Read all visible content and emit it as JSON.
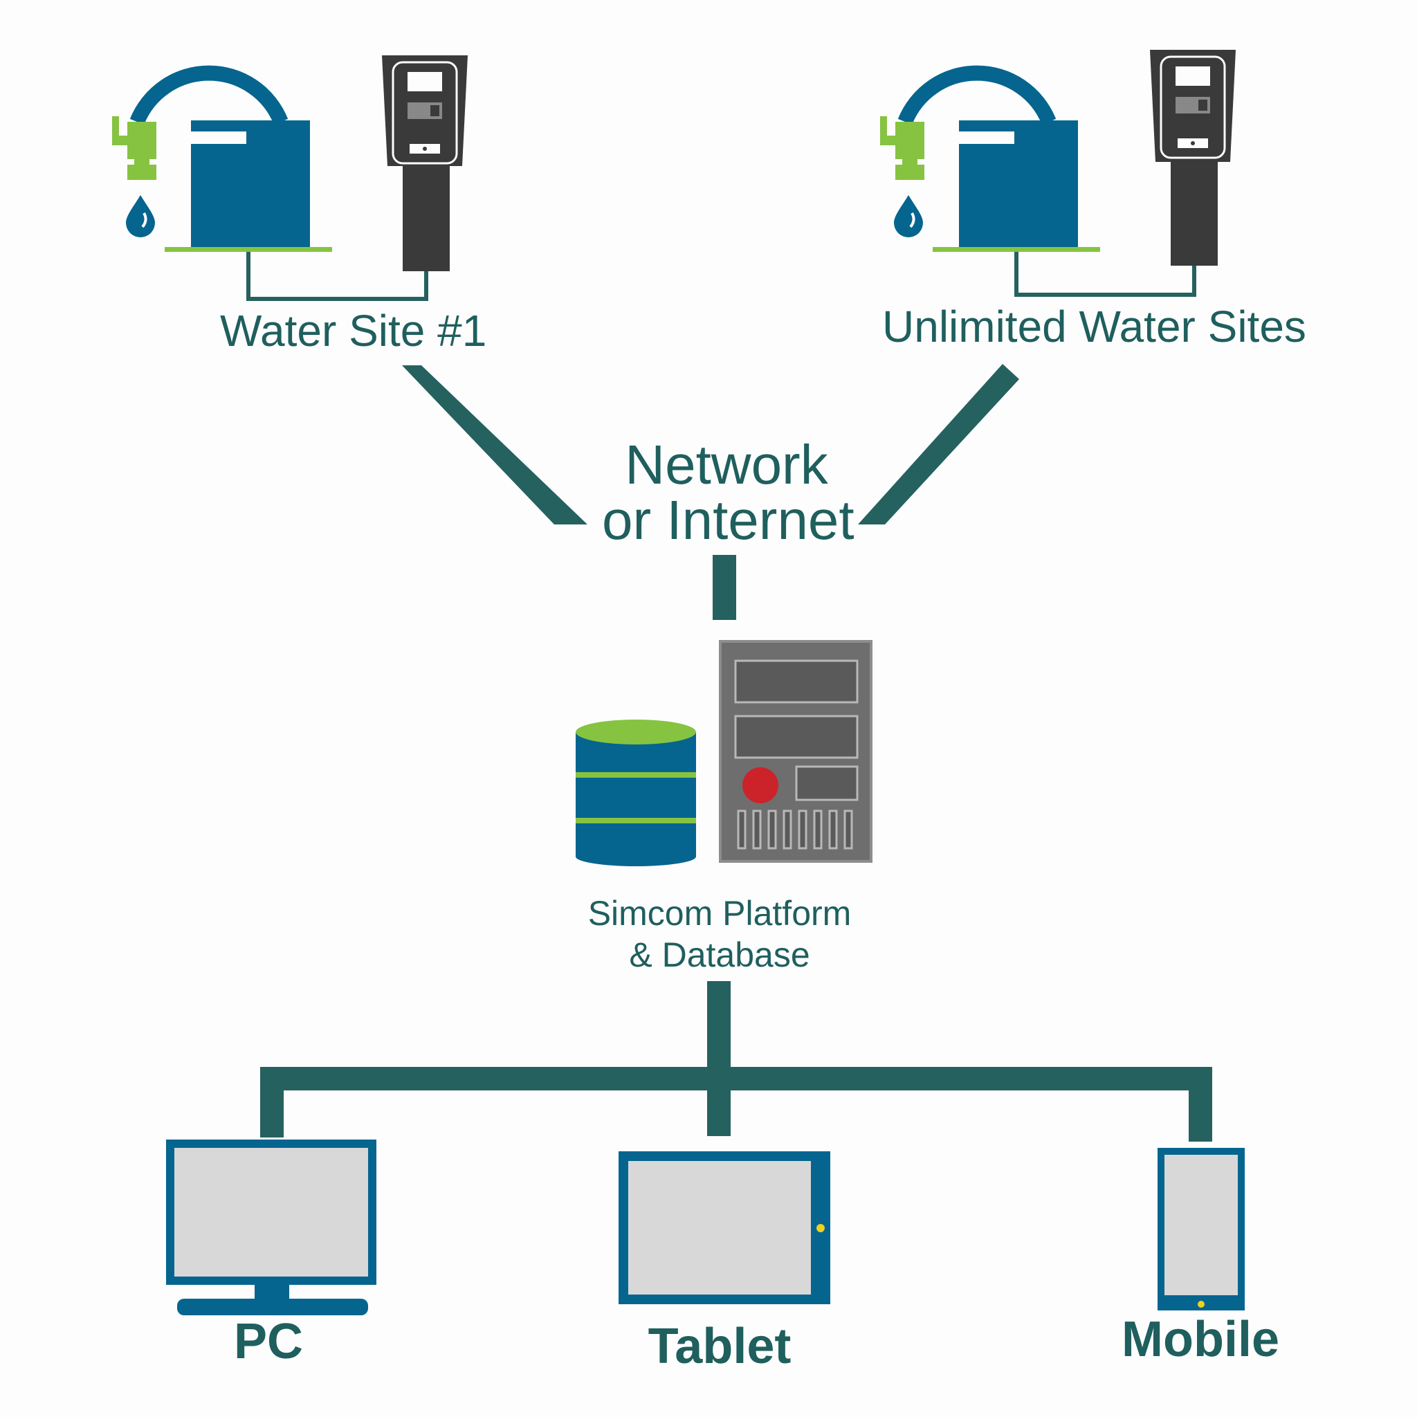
{
  "sites": {
    "site1_label": "Water Site #1",
    "site2_label": "Unlimited Water Sites"
  },
  "network": {
    "line1": "Network",
    "line2": "or Internet"
  },
  "platform": {
    "line1": "Simcom Platform",
    "line2": "& Database"
  },
  "devices": {
    "pc": "PC",
    "tablet": "Tablet",
    "mobile": "Mobile"
  },
  "colors": {
    "connector": "#24615f",
    "blue": "#05658f",
    "green": "#86c341",
    "dark": "#3a3a3a",
    "screen": "#d8d8d8",
    "server": "#6e6e6e",
    "red": "#cc2229",
    "yellow": "#f0d020"
  }
}
